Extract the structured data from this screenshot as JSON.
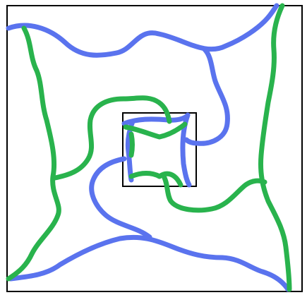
{
  "colors": {
    "background": "#ffffff",
    "frame": "#000000",
    "blue_curve": "#5a73ee",
    "green_curve": "#29b34d"
  },
  "diagram": {
    "elements": [
      "outer-square",
      "inner-square",
      "blue-curves",
      "green-curves"
    ]
  }
}
